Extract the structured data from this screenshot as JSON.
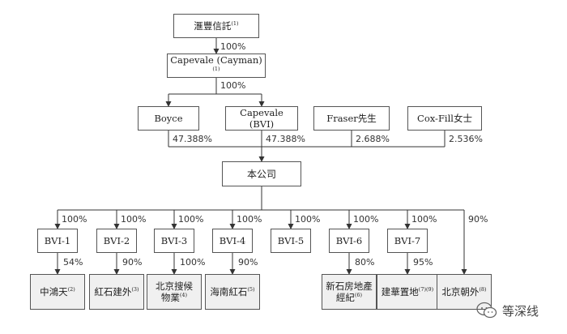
{
  "nodes": {
    "hsbc_trust": {
      "label": "滙豐信託",
      "note": "(1)"
    },
    "capevale_cayman": {
      "label": "Capevale (Cayman)",
      "note": "(1)"
    },
    "boyce": {
      "label": "Boyce",
      "note": ""
    },
    "capevale_bvi": {
      "label": "Capevale (BVI)",
      "note": ""
    },
    "fraser": {
      "label": "Fraser先生",
      "note": ""
    },
    "coxfill": {
      "label": "Cox-Fill女士",
      "note": ""
    },
    "company": {
      "label": "本公司",
      "note": ""
    },
    "bvi1": {
      "label": "BVI-1",
      "note": ""
    },
    "bvi2": {
      "label": "BVI-2",
      "note": ""
    },
    "bvi3": {
      "label": "BVI-3",
      "note": ""
    },
    "bvi4": {
      "label": "BVI-4",
      "note": ""
    },
    "bvi5": {
      "label": "BVI-5",
      "note": ""
    },
    "bvi6": {
      "label": "BVI-6",
      "note": ""
    },
    "bvi7": {
      "label": "BVI-7",
      "note": ""
    },
    "zhonghongtian": {
      "label": "中鴻天",
      "note": "(2)"
    },
    "hongshi_jianwai": {
      "label": "紅石建外",
      "note": "(3)"
    },
    "beijing_souhou": {
      "label": "北京搜候\n物業",
      "note": "(4)"
    },
    "hainan_hongshi": {
      "label": "海南紅石",
      "note": "(5)"
    },
    "xinshi_fangdichan": {
      "label": "新石房地產\n經紀",
      "note": "(6)"
    },
    "jianhua_zhidi": {
      "label": "建華置地",
      "note": "(7)(9)"
    },
    "beijing_chaowai": {
      "label": "北京朝外",
      "note": "(8)"
    }
  },
  "percentages": {
    "hsbc_to_cayman": "100%",
    "cayman_to_bvi": "100%",
    "boyce_to_company": "47.388%",
    "capevale_bvi_to_company": "47.388%",
    "fraser_to_company": "2.688%",
    "coxfill_to_company": "2.536%",
    "company_to_bvi1": "100%",
    "company_to_bvi2": "100%",
    "company_to_bvi3": "100%",
    "company_to_bvi4": "100%",
    "company_to_bvi5": "100%",
    "company_to_bvi6": "100%",
    "company_to_bvi7": "100%",
    "company_to_chaowai": "90%",
    "bvi1_to_zhonghongtian": "54%",
    "bvi2_to_hongshi": "90%",
    "bvi3_to_souhou": "100%",
    "bvi4_to_hainan": "90%",
    "bvi6_to_xinshi": "80%",
    "bvi7_to_jianhua": "95%"
  },
  "watermark": {
    "text": "等深线",
    "icon": "wechat-icon"
  },
  "colors": {
    "line": "#333333",
    "box_border": "#555555",
    "box_fill": "#f0f0f0"
  }
}
